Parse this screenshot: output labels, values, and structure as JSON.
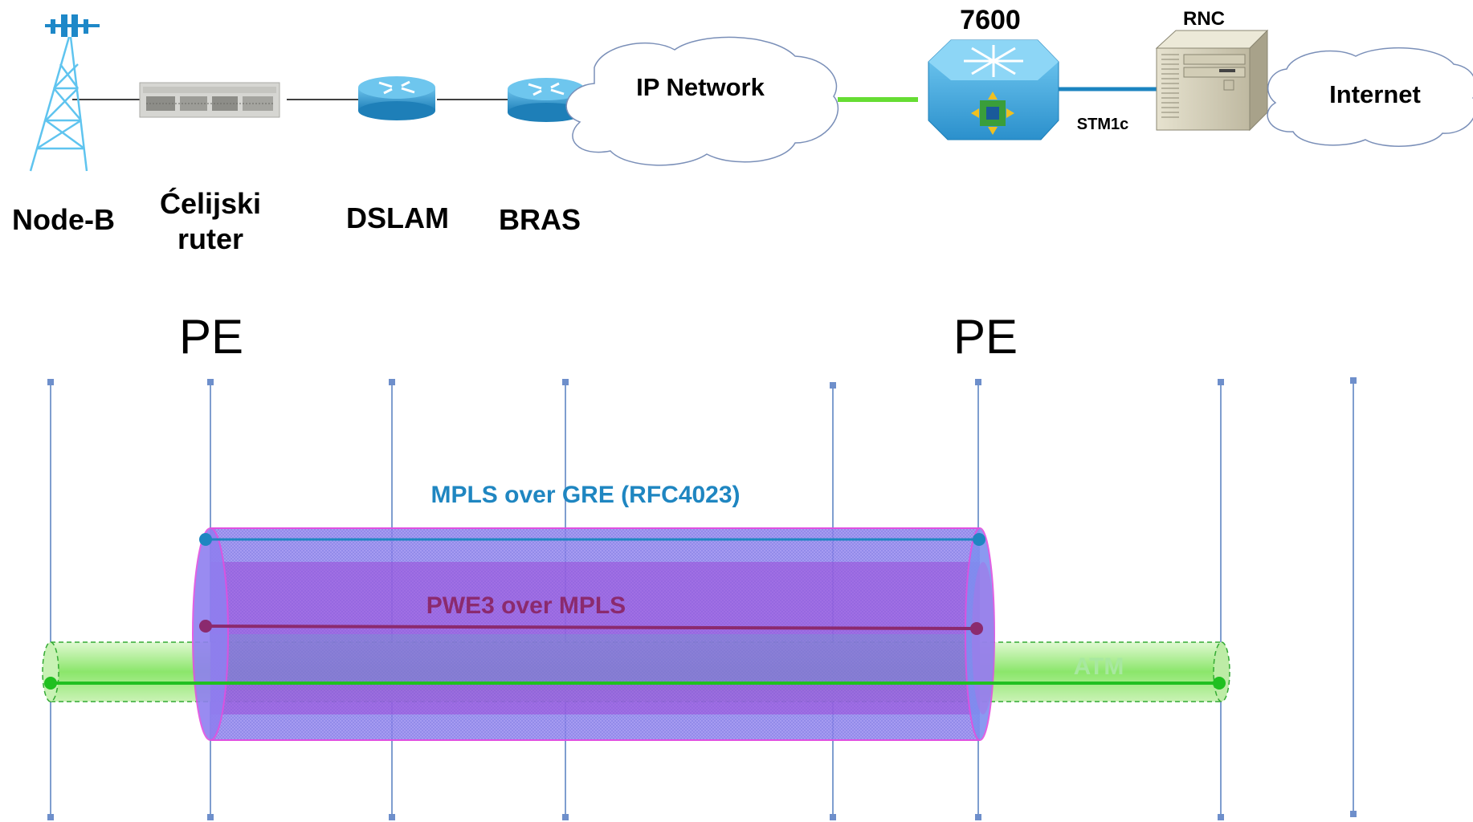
{
  "devices": {
    "nodeb": "Node-B",
    "cell_router_line1": "Ćelijski",
    "cell_router_line2": "ruter",
    "dslam": "DSLAM",
    "bras": "BRAS",
    "ip_network": "IP Network",
    "router_7600": "7600",
    "stm1c": "STM1c",
    "rnc": "RNC",
    "internet": "Internet"
  },
  "pe_labels": {
    "left": "PE",
    "right": "PE"
  },
  "tunnels": {
    "mpls_gre": "MPLS over GRE (RFC4023)",
    "pwe3": "PWE3 over MPLS",
    "atm": "ATM"
  },
  "colors": {
    "mpls_gre": "#1f86c1",
    "pwe3": "#8b2a6e",
    "atm": "#20c020",
    "atm_label": "#a8e8a0",
    "ip_link": "#66dd33",
    "stm1c_link": "#1c84c0",
    "guide_lines": "#7f9ecf",
    "device_blue": "#3aa0d8"
  }
}
